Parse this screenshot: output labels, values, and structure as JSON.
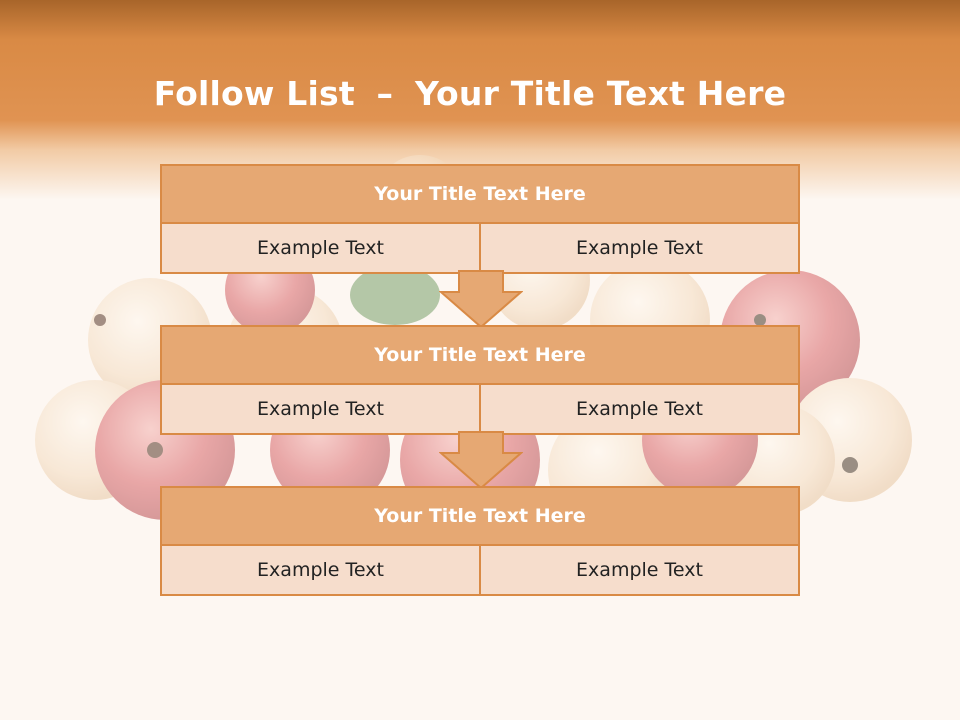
{
  "slide": {
    "title_bold": "Follow List",
    "title_dash": "–",
    "title_rest": "Your Title Text Here"
  },
  "steps": [
    {
      "title": "Your Title Text Here",
      "left": "Example Text",
      "right": "Example Text"
    },
    {
      "title": "Your Title Text Here",
      "left": "Example Text",
      "right": "Example Text"
    },
    {
      "title": "Your Title Text Here",
      "left": "Example Text",
      "right": "Example Text"
    }
  ],
  "colors": {
    "accent": "#d98a45",
    "title_fill": "#e6a873",
    "cell_fill": "#f6ddcc"
  },
  "icons": [
    "down-arrow-icon"
  ]
}
